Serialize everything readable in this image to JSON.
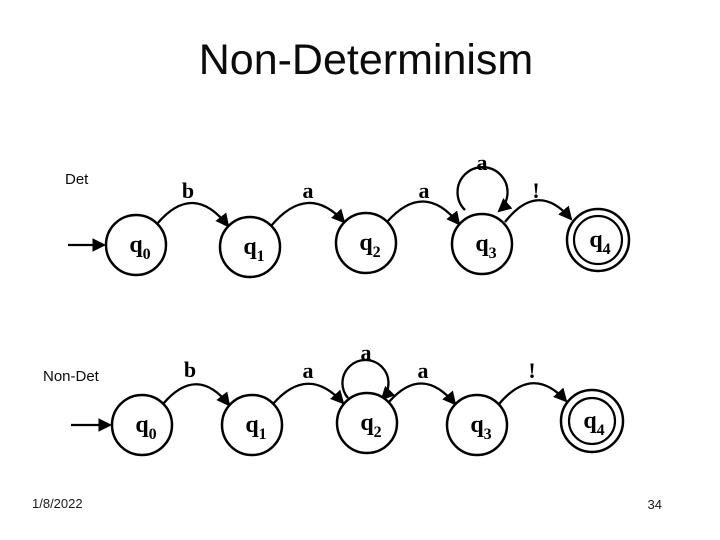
{
  "title": "Non-Determinism",
  "det": {
    "label": "Det",
    "states": [
      {
        "name": "q",
        "sub": "0"
      },
      {
        "name": "q",
        "sub": "1"
      },
      {
        "name": "q",
        "sub": "2"
      },
      {
        "name": "q",
        "sub": "3"
      },
      {
        "name": "q",
        "sub": "4"
      }
    ],
    "transitions": {
      "t01": "b",
      "t12": "a",
      "t23": "a",
      "loop": "a",
      "t34": "!"
    },
    "loop_on": "q3",
    "accepting": "q4"
  },
  "nondet": {
    "label": "Non-Det",
    "states": [
      {
        "name": "q",
        "sub": "0"
      },
      {
        "name": "q",
        "sub": "1"
      },
      {
        "name": "q",
        "sub": "2"
      },
      {
        "name": "q",
        "sub": "3"
      },
      {
        "name": "q",
        "sub": "4"
      }
    ],
    "transitions": {
      "t01": "b",
      "t12": "a",
      "loop": "a",
      "t23": "a",
      "t34": "!"
    },
    "loop_on": "q2",
    "accepting": "q4"
  },
  "footer": {
    "date": "1/8/2022",
    "page": "34"
  },
  "colors": {
    "ink": "#000000",
    "background": "#ffffff"
  }
}
